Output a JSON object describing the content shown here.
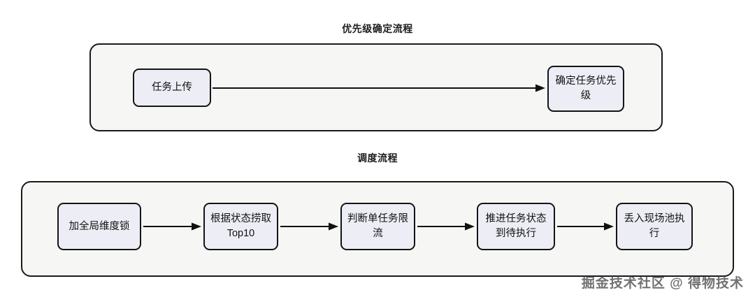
{
  "sections": [
    {
      "id": "priority",
      "title": "优先级确定流程",
      "nodes": [
        {
          "id": "upload",
          "label": "任务上传"
        },
        {
          "id": "priority",
          "label": "确定任务优先级"
        }
      ],
      "connectors": [
        {
          "id": "top",
          "from": "upload",
          "to": "priority",
          "style": "arrow"
        }
      ]
    },
    {
      "id": "schedule",
      "title": "调度流程",
      "nodes": [
        {
          "id": "lock",
          "label": "加全局维度锁"
        },
        {
          "id": "fetch",
          "label": "根据状态捞取Top10"
        },
        {
          "id": "limit",
          "label": "判断单任务限流"
        },
        {
          "id": "advance",
          "label": "推进任务状态到待执行"
        },
        {
          "id": "dispatch",
          "label": "丢入现场池执行"
        }
      ],
      "connectors": [
        {
          "id": "1",
          "from": "lock",
          "to": "fetch",
          "style": "arrow"
        },
        {
          "id": "2",
          "from": "fetch",
          "to": "limit",
          "style": "arrow"
        },
        {
          "id": "3",
          "from": "limit",
          "to": "advance",
          "style": "arrow"
        },
        {
          "id": "4",
          "from": "advance",
          "to": "dispatch",
          "style": "arrow"
        }
      ]
    }
  ],
  "watermark": "掘金技术社区 @ 得物技术",
  "colors": {
    "page_background": "#ffffff",
    "container_fill": "#f6f6f4",
    "container_border": "#1a1a1a",
    "node_fill": "#ededf6",
    "node_border": "#141414",
    "arrow": "#111111",
    "text": "#111111",
    "title_text": "#1d1d1d"
  }
}
